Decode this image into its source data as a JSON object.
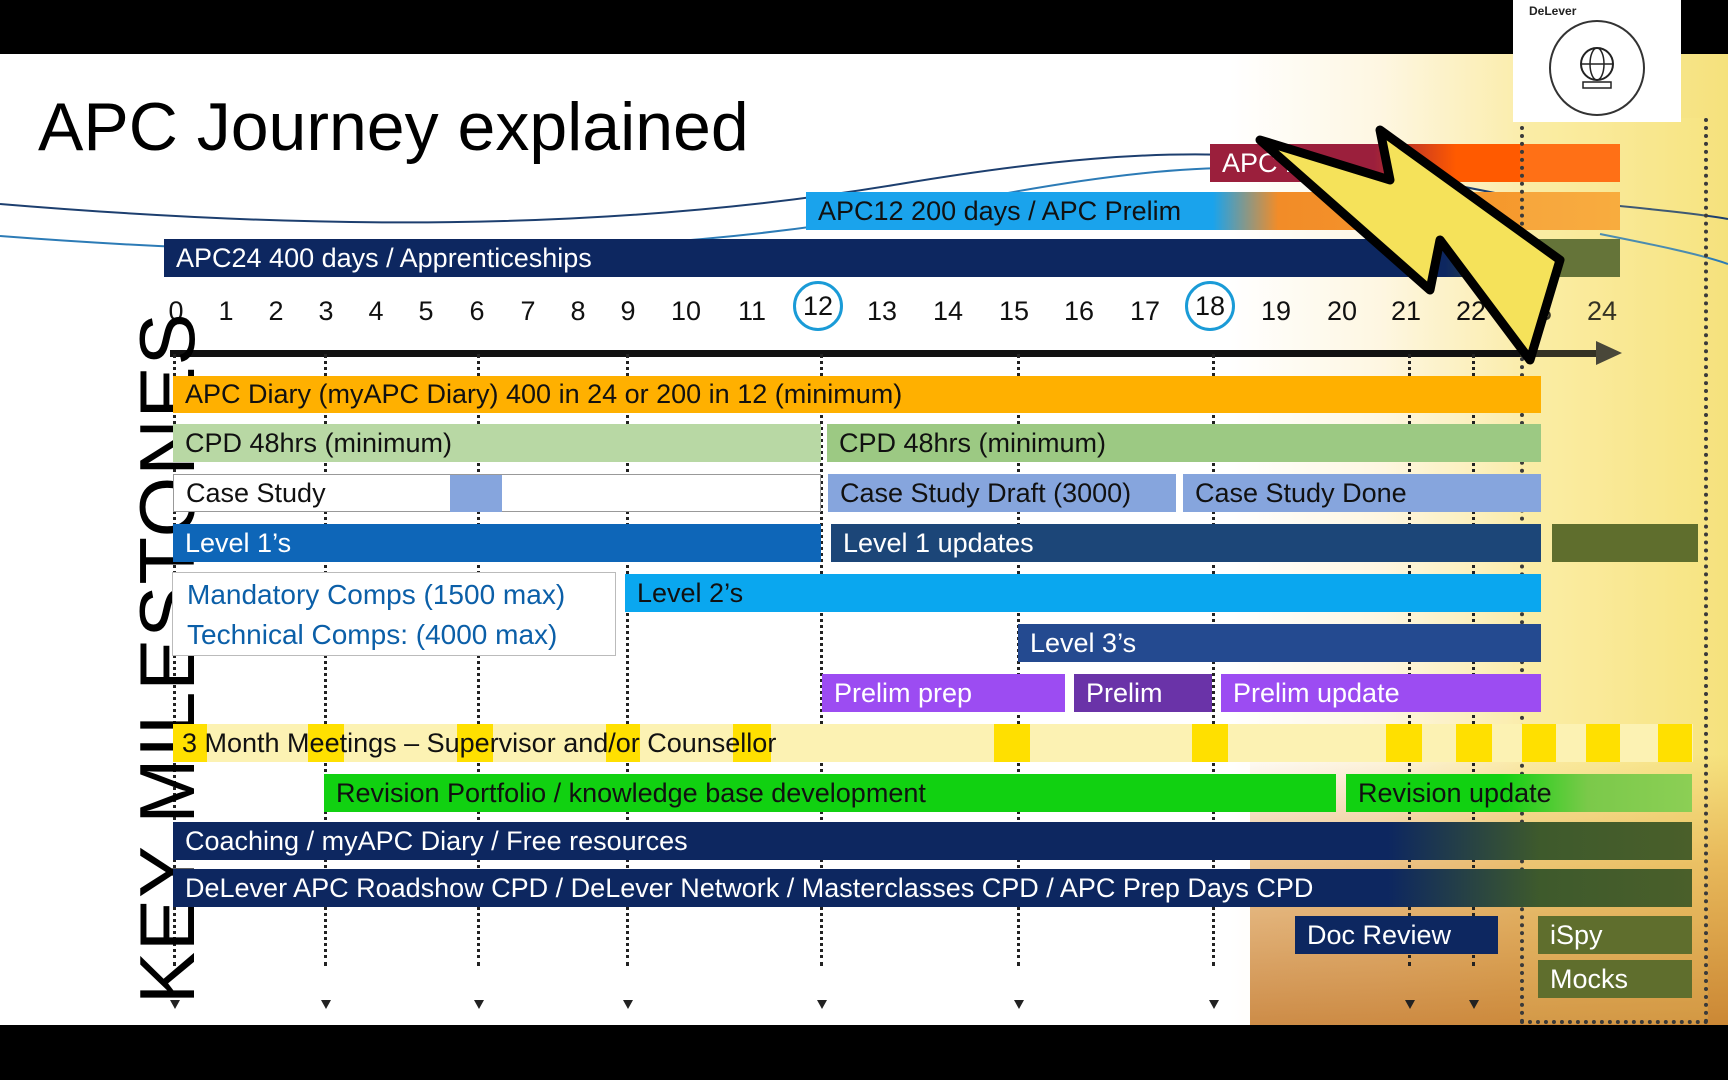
{
  "slide": {
    "title": "APC Journey explained",
    "side_label": "KEY MILESTONES",
    "logo_text": "DeLever"
  },
  "top_bars": {
    "apc16": "APC 16",
    "apc12": "APC12 200 days / APC Prelim",
    "apc24": "APC24 400 days / Apprenticeships"
  },
  "months": [
    "0",
    "1",
    "2",
    "3",
    "4",
    "5",
    "6",
    "7",
    "8",
    "9",
    "10",
    "11",
    "12",
    "13",
    "14",
    "15",
    "16",
    "17",
    "18",
    "19",
    "20",
    "21",
    "22",
    "23",
    "24"
  ],
  "circled_months": [
    "12",
    "18"
  ],
  "rows": {
    "diary": "APC Diary (myAPC Diary) 400 in 24 or 200 in 12 (minimum)",
    "cpd_1": "CPD 48hrs (minimum)",
    "cpd_2": "CPD 48hrs (minimum)",
    "case_study": "Case Study",
    "case_study_draft": "Case Study Draft  (3000)",
    "case_study_done": "Case Study Done",
    "level1": "Level 1’s",
    "level1_updates": "Level 1 updates",
    "mandatory_comps": "Mandatory Comps (1500 max)",
    "technical_comps": "Technical Comps: (4000 max)",
    "level2": "Level 2’s",
    "level3": "Level 3’s",
    "prelim_prep": "Prelim prep",
    "prelim": "Prelim",
    "prelim_update": "Prelim update",
    "meetings": "3 Month Meetings – Supervisor and/or Counsellor",
    "revision_portfolio": "Revision Portfolio / knowledge base development",
    "revision_update": "Revision update",
    "coaching": "Coaching / myAPC Diary / Free resources",
    "roadshow": "DeLever APC Roadshow CPD / DeLever Network / Masterclasses CPD / APC Prep Days CPD",
    "doc_review": "Doc Review",
    "ispy": "iSpy",
    "mocks": "Mocks"
  },
  "colors": {
    "orange": "#ffb000",
    "light_green": "#b8d8a4",
    "mid_green": "#9cc983",
    "case_blue": "#86a5dd",
    "level1_blue": "#0e66b8",
    "level1_dark": "#1c4678",
    "level2_cyan": "#0aa7ef",
    "level3_navy": "#244a90",
    "prelim_purple": "#9c4cf2",
    "prelim_dark": "#6a33a8",
    "meeting_yellow": "#ffe000",
    "revision_green": "#11d111",
    "navy": "#0d2760",
    "olive": "#5f6e2d",
    "arrow_yellow": "#f5e25a"
  }
}
